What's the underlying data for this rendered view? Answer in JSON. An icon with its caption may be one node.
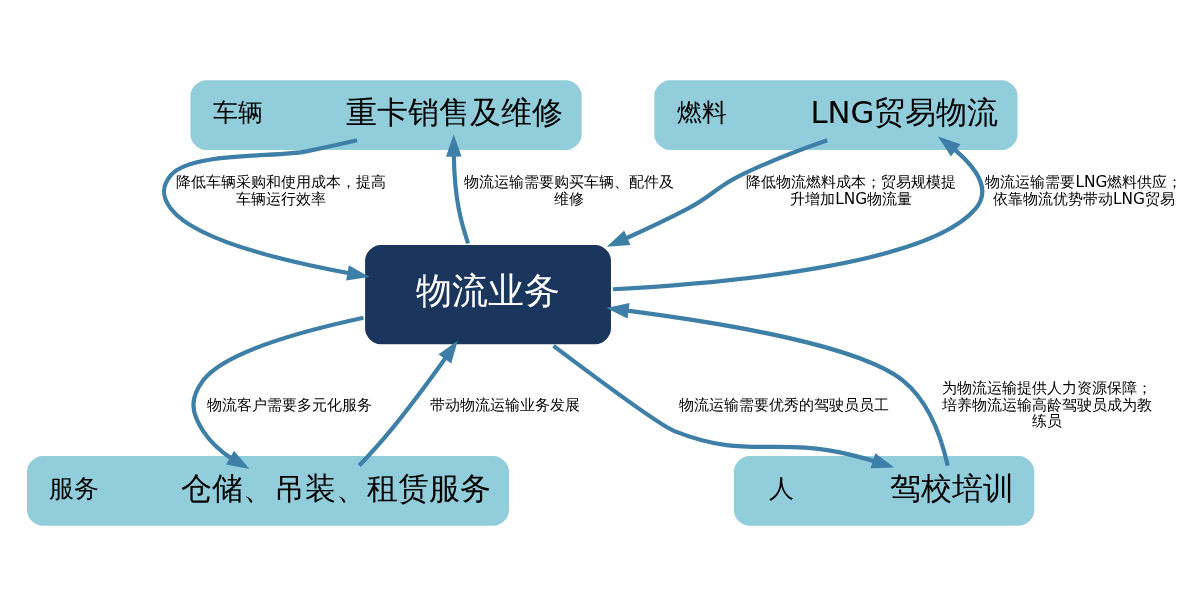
{
  "diagram": {
    "nodes": [
      {
        "text": [],
        "shape": "box"
      },
      {
        "text": [
          "重卡销售及维修"
        ],
        "in": 0
      },
      {
        "text": [],
        "shape": "box"
      },
      {
        "text": [
          "LNG贸易物流"
        ],
        "in": 2
      },
      {
        "text": [
          "物流业务"
        ]
      },
      {
        "text": [],
        "shape": "box"
      },
      {
        "text": [
          "仓储、吊装、租赁服务"
        ],
        "in": 5
      },
      {
        "text": [],
        "shape": "box"
      },
      {
        "text": [
          "驾校培训"
        ],
        "in": 7
      }
    ],
    "edges": [
      {
        "from": 1,
        "to": 4,
        "arrow": "to",
        "label": "降低车辆采购和使用成本，提高车辆运行效率"
      },
      {
        "from": 4,
        "to": 1,
        "arrow": "to",
        "label": "物流运输需要购买车辆、配件及维修"
      },
      {
        "from": 4,
        "to": 3,
        "arrow": "to",
        "label": "物流运输需要LNG燃料供应；依靠物流优势带动LNG贸易"
      },
      {
        "from": 3,
        "to": 4,
        "arrow": "to",
        "label": "降低物流燃料成本；贸易规模提升增加LNG物流量"
      },
      {
        "from": 6,
        "to": 4,
        "arrow": "to",
        "label": "带动物流运输业务发展"
      },
      {
        "from": 4,
        "to": 6,
        "arrow": "to",
        "label": "物流客户需要多元化服务"
      },
      {
        "from": 4,
        "to": 8,
        "arrow": "to",
        "label": "物流运输需要优秀的驾驶员员工"
      },
      {
        "from": 8,
        "to": 4,
        "arrow": "to",
        "label": "为物流运输提供人力资源保障；培养物流运输高龄驾驶员成为教练员"
      }
    ],
    "labels": [
      "车辆",
      "燃料",
      "服务",
      "人"
    ]
  }
}
